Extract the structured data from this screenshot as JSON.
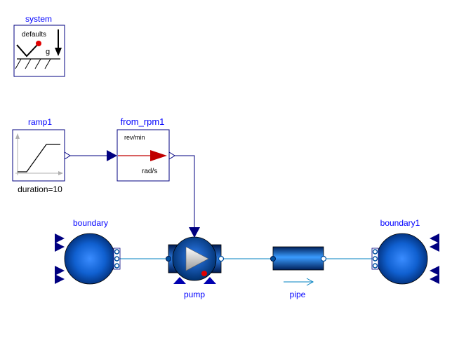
{
  "diagram": {
    "components": {
      "system": {
        "name": "system",
        "defaults_label": "defaults",
        "g_label": "g"
      },
      "ramp1": {
        "name": "ramp1",
        "parameter": "duration=10"
      },
      "from_rpm1": {
        "name": "from_rpm1",
        "input_unit": "rev/min",
        "output_unit": "rad/s"
      },
      "boundary": {
        "name": "boundary"
      },
      "pump": {
        "name": "pump"
      },
      "pipe": {
        "name": "pipe"
      },
      "boundary1": {
        "name": "boundary1"
      }
    },
    "colors": {
      "label_blue": "#0000ff",
      "line_navy": "#000080",
      "fluid_line": "#0080c0",
      "arrow_red": "#c00000",
      "connector_red": "#e00000"
    }
  }
}
